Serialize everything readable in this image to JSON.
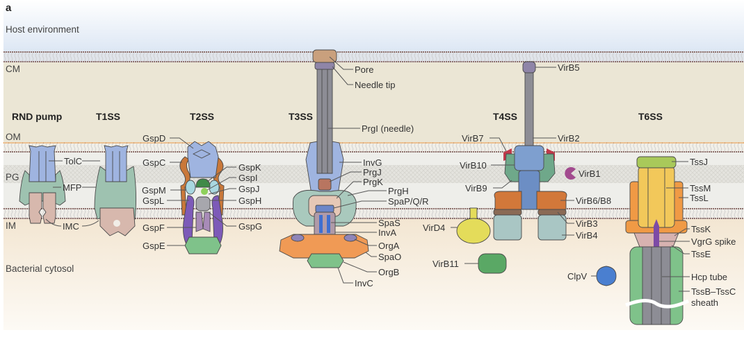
{
  "figure": {
    "panel_label": "a",
    "regions": {
      "host": "Host environment",
      "cm": "CM",
      "om": "OM",
      "pg": "PG",
      "im": "IM",
      "cytosol": "Bacterial cytosol"
    },
    "colors": {
      "host_bg": "#e6eef8",
      "periplasm_bg": "#ebe6d5",
      "cytosol_bg": "#f5ead8",
      "membrane_head": "#8c6e6a",
      "om_head": "#e8923a",
      "blue": "#9fb4e0",
      "teal": "#9ec2b0",
      "pink": "#d7b8ad",
      "orange": "#c9783a",
      "purple": "#7d5ab8",
      "green": "#7fc28a",
      "grey": "#8d8d95"
    },
    "systems": [
      {
        "name": "RND pump",
        "labels": [
          "TolC",
          "MFP",
          "IMC"
        ]
      },
      {
        "name": "T1SS",
        "labels": []
      },
      {
        "name": "T2SS",
        "labels": [
          "GspD",
          "GspC",
          "GspK",
          "GspI",
          "GspM",
          "GspJ",
          "GspL",
          "GspH",
          "GspF",
          "GspG",
          "GspE"
        ]
      },
      {
        "name": "T3SS",
        "labels": [
          "Pore",
          "Needle tip",
          "PrgI (needle)",
          "InvG",
          "PrgJ",
          "PrgK",
          "PrgH",
          "SpaP/Q/R",
          "SpaS",
          "InvA",
          "OrgA",
          "SpaO",
          "OrgB",
          "InvC"
        ]
      },
      {
        "name": "T4SS",
        "labels": [
          "VirB5",
          "VirB7",
          "VirB2",
          "VirB10",
          "VirB1",
          "VirB9",
          "VirB6/B8",
          "VirD4",
          "VirB3",
          "VirB4",
          "VirB11"
        ]
      },
      {
        "name": "T6SS",
        "labels": [
          "TssJ",
          "TssM",
          "TssL",
          "TssK",
          "VgrG spike",
          "TssE",
          "ClpV",
          "Hcp tube",
          "TssB–TssC",
          "sheath"
        ]
      }
    ]
  }
}
